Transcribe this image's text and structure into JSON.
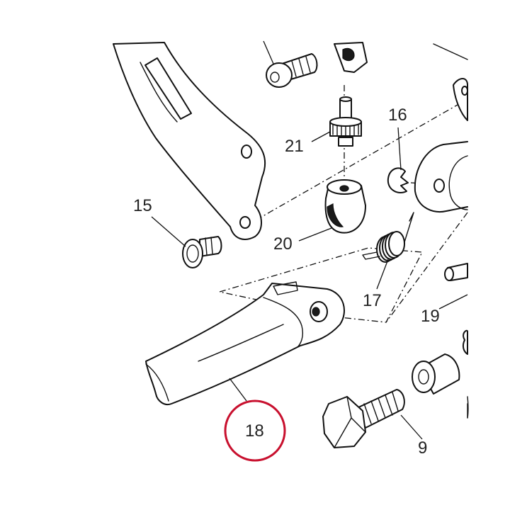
{
  "labels": {
    "p9": "9",
    "p15": "15",
    "p16": "16",
    "p17": "17",
    "p18": "18",
    "p19": "19",
    "p20": "20",
    "p21": "21"
  },
  "highlight_color": "#c8102e",
  "highlighted_part": "18"
}
